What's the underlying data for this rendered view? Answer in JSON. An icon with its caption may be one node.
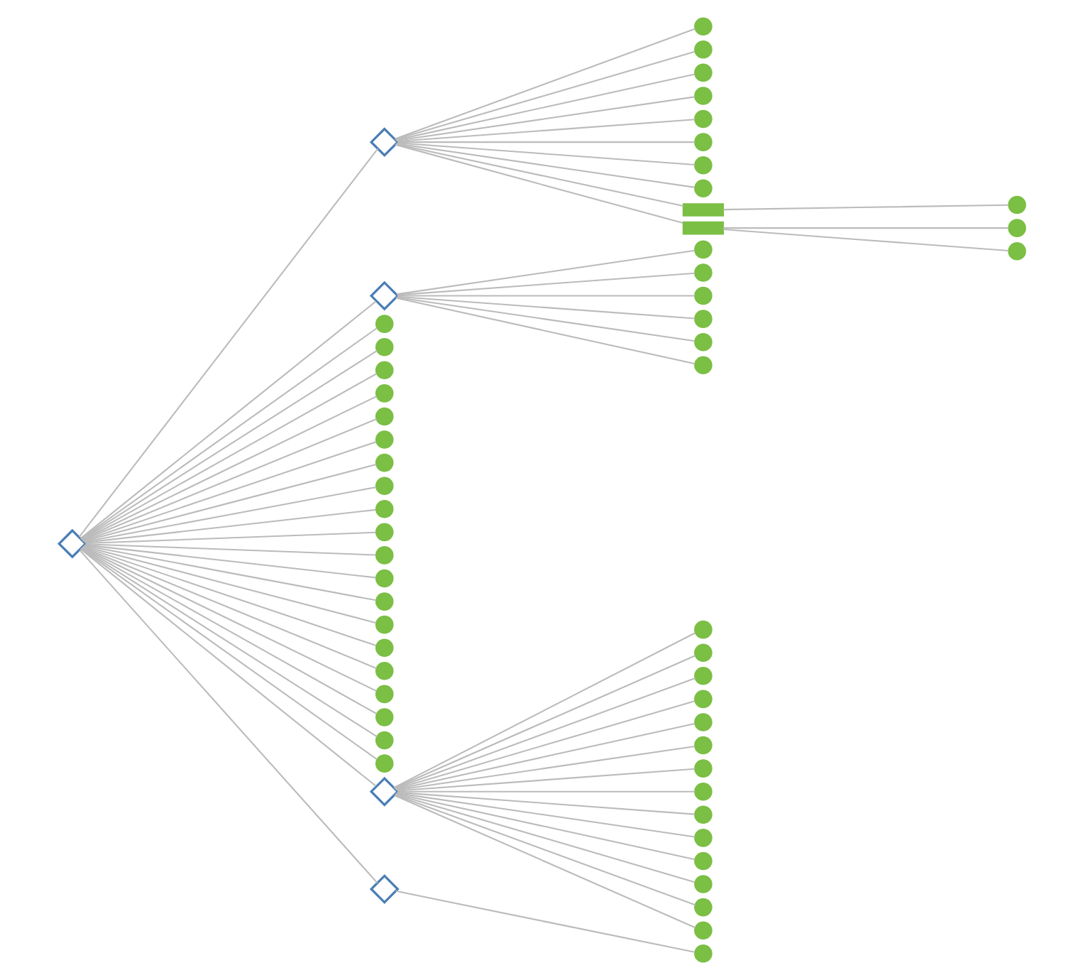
{
  "diagram": {
    "nodes": [
      {
        "text": [],
        "shape": "diamond"
      },
      {
        "text": [],
        "shape": "diamond"
      },
      {
        "text": [],
        "shape": "diamond"
      },
      {
        "text": [],
        "shape": "circle"
      },
      {
        "text": [],
        "shape": "circle"
      },
      {
        "text": [],
        "shape": "circle"
      },
      {
        "text": [],
        "shape": "circle"
      },
      {
        "text": [],
        "shape": "circle"
      },
      {
        "text": [],
        "shape": "circle"
      },
      {
        "text": [],
        "shape": "circle"
      },
      {
        "text": [],
        "shape": "circle"
      },
      {
        "text": [],
        "shape": "circle"
      },
      {
        "text": [],
        "shape": "circle"
      },
      {
        "text": [],
        "shape": "circle"
      },
      {
        "text": [],
        "shape": "circle"
      },
      {
        "text": [],
        "shape": "circle"
      },
      {
        "text": [],
        "shape": "circle"
      },
      {
        "text": [],
        "shape": "circle"
      },
      {
        "text": [],
        "shape": "circle"
      },
      {
        "text": [],
        "shape": "circle"
      },
      {
        "text": [],
        "shape": "circle"
      },
      {
        "text": [],
        "shape": "circle"
      },
      {
        "text": [],
        "shape": "circle"
      },
      {
        "text": [],
        "shape": "diamond"
      },
      {
        "text": [],
        "shape": "diamond"
      },
      {
        "text": [],
        "shape": "circle"
      },
      {
        "text": [],
        "shape": "circle"
      },
      {
        "text": [],
        "shape": "circle"
      },
      {
        "text": [],
        "shape": "circle"
      },
      {
        "text": [],
        "shape": "circle"
      },
      {
        "text": [],
        "shape": "circle"
      },
      {
        "text": [],
        "shape": "circle"
      },
      {
        "text": [],
        "shape": "circle"
      },
      {
        "text": [],
        "shape": "bar"
      },
      {
        "text": [],
        "shape": "bar"
      },
      {
        "text": [],
        "shape": "circle"
      },
      {
        "text": [],
        "shape": "circle"
      },
      {
        "text": [],
        "shape": "circle"
      },
      {
        "text": [],
        "shape": "circle"
      },
      {
        "text": [],
        "shape": "circle"
      },
      {
        "text": [],
        "shape": "circle"
      },
      {
        "text": [],
        "shape": "circle"
      },
      {
        "text": [],
        "shape": "circle"
      },
      {
        "text": [],
        "shape": "circle"
      },
      {
        "text": [],
        "shape": "circle"
      },
      {
        "text": [],
        "shape": "circle"
      },
      {
        "text": [],
        "shape": "circle"
      },
      {
        "text": [],
        "shape": "circle"
      },
      {
        "text": [],
        "shape": "circle"
      },
      {
        "text": [],
        "shape": "circle"
      },
      {
        "text": [],
        "shape": "circle"
      },
      {
        "text": [],
        "shape": "circle"
      },
      {
        "text": [],
        "shape": "circle"
      },
      {
        "text": [],
        "shape": "circle"
      },
      {
        "text": [],
        "shape": "circle"
      },
      {
        "text": [],
        "shape": "circle"
      },
      {
        "text": [],
        "shape": "circle"
      },
      {
        "text": [],
        "shape": "circle"
      },
      {
        "text": [],
        "shape": "circle"
      }
    ],
    "edges": [
      {
        "from": 0,
        "to": 1,
        "arrow": "none"
      },
      {
        "from": 0,
        "to": 2,
        "arrow": "none"
      },
      {
        "from": 0,
        "to": 3,
        "arrow": "none"
      },
      {
        "from": 0,
        "to": 4,
        "arrow": "none"
      },
      {
        "from": 0,
        "to": 5,
        "arrow": "none"
      },
      {
        "from": 0,
        "to": 6,
        "arrow": "none"
      },
      {
        "from": 0,
        "to": 7,
        "arrow": "none"
      },
      {
        "from": 0,
        "to": 8,
        "arrow": "none"
      },
      {
        "from": 0,
        "to": 9,
        "arrow": "none"
      },
      {
        "from": 0,
        "to": 10,
        "arrow": "none"
      },
      {
        "from": 0,
        "to": 11,
        "arrow": "none"
      },
      {
        "from": 0,
        "to": 12,
        "arrow": "none"
      },
      {
        "from": 0,
        "to": 13,
        "arrow": "none"
      },
      {
        "from": 0,
        "to": 14,
        "arrow": "none"
      },
      {
        "from": 0,
        "to": 15,
        "arrow": "none"
      },
      {
        "from": 0,
        "to": 16,
        "arrow": "none"
      },
      {
        "from": 0,
        "to": 17,
        "arrow": "none"
      },
      {
        "from": 0,
        "to": 18,
        "arrow": "none"
      },
      {
        "from": 0,
        "to": 19,
        "arrow": "none"
      },
      {
        "from": 0,
        "to": 20,
        "arrow": "none"
      },
      {
        "from": 0,
        "to": 21,
        "arrow": "none"
      },
      {
        "from": 0,
        "to": 22,
        "arrow": "none"
      },
      {
        "from": 0,
        "to": 23,
        "arrow": "none"
      },
      {
        "from": 0,
        "to": 24,
        "arrow": "none"
      },
      {
        "from": 1,
        "to": 25,
        "arrow": "none"
      },
      {
        "from": 1,
        "to": 26,
        "arrow": "none"
      },
      {
        "from": 1,
        "to": 27,
        "arrow": "none"
      },
      {
        "from": 1,
        "to": 28,
        "arrow": "none"
      },
      {
        "from": 1,
        "to": 29,
        "arrow": "none"
      },
      {
        "from": 1,
        "to": 30,
        "arrow": "none"
      },
      {
        "from": 1,
        "to": 31,
        "arrow": "none"
      },
      {
        "from": 1,
        "to": 32,
        "arrow": "none"
      },
      {
        "from": 1,
        "to": 33,
        "arrow": "none"
      },
      {
        "from": 1,
        "to": 34,
        "arrow": "none"
      },
      {
        "from": 2,
        "to": 35,
        "arrow": "none"
      },
      {
        "from": 2,
        "to": 36,
        "arrow": "none"
      },
      {
        "from": 2,
        "to": 37,
        "arrow": "none"
      },
      {
        "from": 2,
        "to": 38,
        "arrow": "none"
      },
      {
        "from": 2,
        "to": 39,
        "arrow": "none"
      },
      {
        "from": 2,
        "to": 40,
        "arrow": "none"
      },
      {
        "from": 23,
        "to": 41,
        "arrow": "none"
      },
      {
        "from": 23,
        "to": 42,
        "arrow": "none"
      },
      {
        "from": 23,
        "to": 43,
        "arrow": "none"
      },
      {
        "from": 23,
        "to": 44,
        "arrow": "none"
      },
      {
        "from": 23,
        "to": 45,
        "arrow": "none"
      },
      {
        "from": 23,
        "to": 46,
        "arrow": "none"
      },
      {
        "from": 23,
        "to": 47,
        "arrow": "none"
      },
      {
        "from": 23,
        "to": 48,
        "arrow": "none"
      },
      {
        "from": 23,
        "to": 49,
        "arrow": "none"
      },
      {
        "from": 23,
        "to": 50,
        "arrow": "none"
      },
      {
        "from": 23,
        "to": 51,
        "arrow": "none"
      },
      {
        "from": 23,
        "to": 52,
        "arrow": "none"
      },
      {
        "from": 23,
        "to": 53,
        "arrow": "none"
      },
      {
        "from": 23,
        "to": 54,
        "arrow": "none"
      },
      {
        "from": 24,
        "to": 55,
        "arrow": "none"
      },
      {
        "from": 33,
        "to": 56,
        "arrow": "none"
      },
      {
        "from": 34,
        "to": 57,
        "arrow": "none"
      },
      {
        "from": 34,
        "to": 58,
        "arrow": "none"
      }
    ]
  }
}
